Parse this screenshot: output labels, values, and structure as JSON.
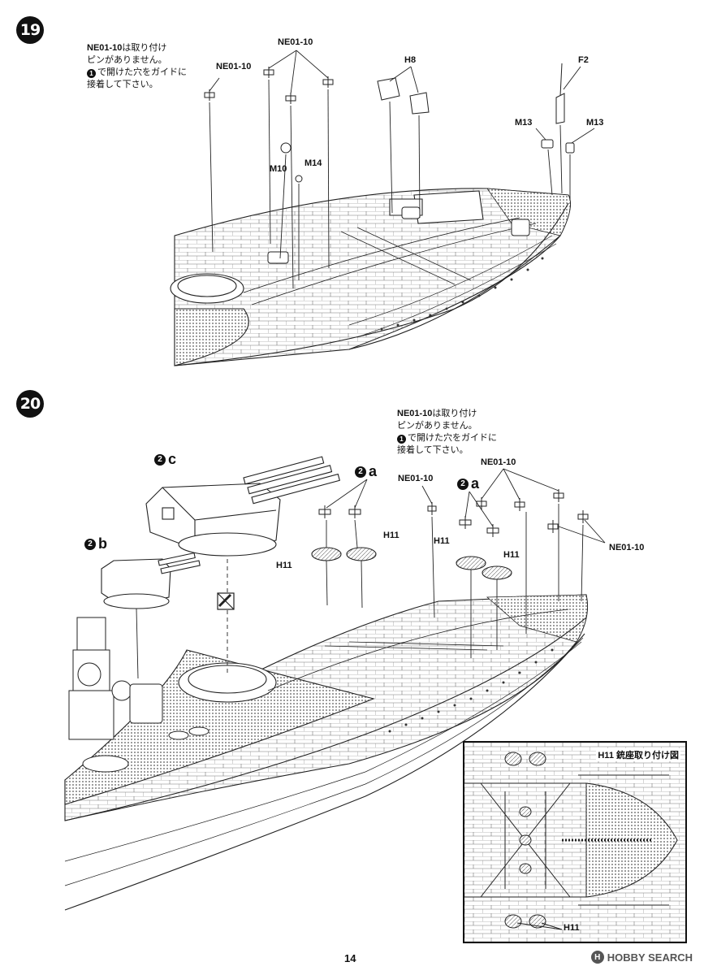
{
  "page_number": "14",
  "watermark": {
    "logo": "H",
    "text": "HOBBY SEARCH"
  },
  "step19": {
    "number": "19",
    "note": {
      "part": "NE01-10",
      "line1_rest": "は取り付け",
      "line2": "ピンがありません。",
      "line3_num": "1",
      "line3_rest": "で開けた穴をガイドに",
      "line4": "接着して下さい。"
    },
    "labels": {
      "ne_top": "NE01-10",
      "ne_left": "NE01-10",
      "h8": "H8",
      "f2": "F2",
      "m13_left": "M13",
      "m13_right": "M13",
      "m10": "M10",
      "m14": "M14"
    }
  },
  "step20": {
    "number": "20",
    "note": {
      "part": "NE01-10",
      "line1_rest": "は取り付け",
      "line2": "ピンがありません。",
      "line3_num": "1",
      "line3_rest": "で開けた穴をガイドに",
      "line4": "接着して下さい。"
    },
    "subassemblies": {
      "c": {
        "num": "2",
        "letter": "c"
      },
      "b": {
        "num": "2",
        "letter": "b"
      },
      "a1": {
        "num": "2",
        "letter": "a"
      },
      "a2": {
        "num": "2",
        "letter": "a"
      }
    },
    "labels": {
      "ne_mid": "NE01-10",
      "ne_top": "NE01-10",
      "ne_right": "NE01-10",
      "h11_a": "H11",
      "h11_b": "H11",
      "h11_c": "H11",
      "h11_d": "H11"
    },
    "inset": {
      "title": "H11 銃座取り付け図",
      "bottom_label": "H11"
    }
  }
}
